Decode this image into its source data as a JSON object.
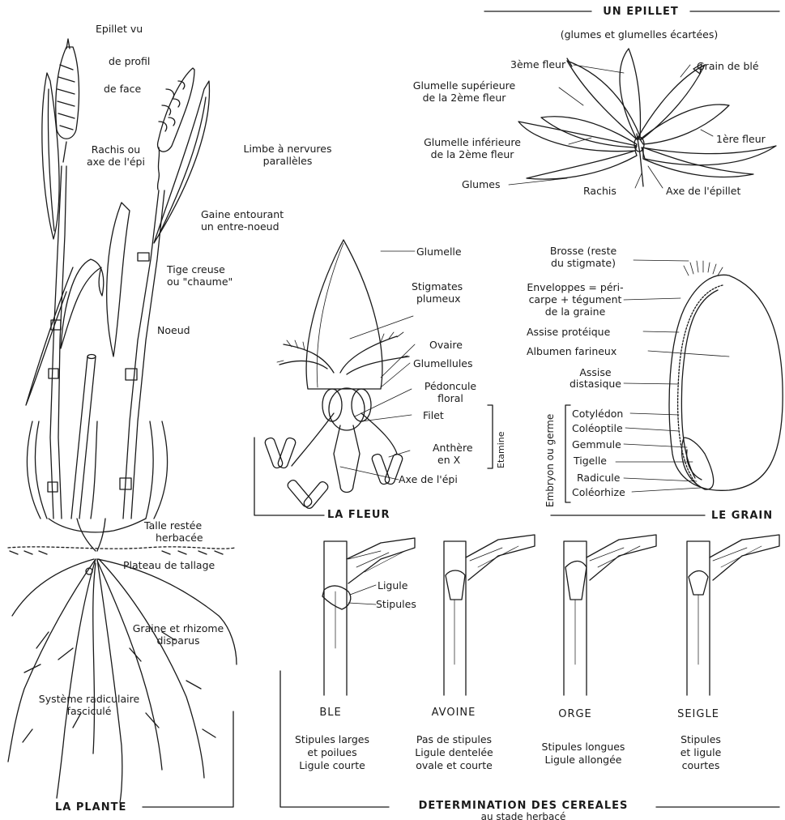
{
  "sections": {
    "plante": "LA PLANTE",
    "epillet_title": "UN EPILLET",
    "epillet_subtitle": "(glumes et glumelles écartées)",
    "fleur": "LA FLEUR",
    "grain": "LE GRAIN",
    "determination_title": "DETERMINATION DES CEREALES",
    "determination_subtitle": "au stade herbacé"
  },
  "plant_labels": {
    "epillet_vu": "Epillet vu",
    "de_profil": "de profil",
    "de_face": "de face",
    "rachis_1": "Rachis ou",
    "rachis_2": "axe de l'épi",
    "limbe_1": "Limbe à nervures",
    "limbe_2": "parallèles",
    "gaine_1": "Gaine entourant",
    "gaine_2": "un entre-noeud",
    "tige_1": "Tige creuse",
    "tige_2": "ou \"chaume\"",
    "noeud": "Noeud",
    "talle_1": "Talle restée",
    "talle_2": "herbacée",
    "plateau": "Plateau de tallage",
    "graine_1": "Graine et rhizome",
    "graine_2": "disparus",
    "systeme_1": "Système radiculaire",
    "systeme_2": "fasciculé"
  },
  "epillet_labels": {
    "troisieme_fleur": "3ème fleur",
    "grain_ble": "Grain de blé",
    "glumelle_sup_1": "Glumelle supérieure",
    "glumelle_sup_2": "de la 2ème fleur",
    "glumelle_inf_1": "Glumelle inférieure",
    "glumelle_inf_2": "de la 2ème fleur",
    "premiere_fleur": "1ère fleur",
    "glumes": "Glumes",
    "rachis": "Rachis",
    "axe": "Axe de l'épillet"
  },
  "fleur_labels": {
    "glumelle": "Glumelle",
    "stigmates_1": "Stigmates",
    "stigmates_2": "plumeux",
    "ovaire": "Ovaire",
    "glumellules": "Glumellules",
    "pedoncule_1": "Pédoncule",
    "pedoncule_2": "floral",
    "filet": "Filet",
    "anthere_1": "Anthère",
    "anthere_2": "en X",
    "etamine": "Etamine",
    "axe_epi": "Axe de l'épi"
  },
  "grain_labels": {
    "brosse_1": "Brosse (reste",
    "brosse_2": "du stigmate)",
    "enveloppes_1": "Enveloppes = péri-",
    "enveloppes_2": "carpe + tégument",
    "enveloppes_3": "de la graine",
    "assise_proteique": "Assise protéique",
    "albumen": "Albumen farineux",
    "assise_distasique_1": "Assise",
    "assise_distasique_2": "distasique",
    "embryon": "Embryon ou germe",
    "cotyledon": "Cotylédon",
    "coleoptile": "Coléoptile",
    "gemmule": "Gemmule",
    "tigelle": "Tigelle",
    "radicule": "Radicule",
    "coleorhize": "Coléorhize"
  },
  "determination_labels": {
    "ligule": "Ligule",
    "stipules": "Stipules"
  },
  "cereals": [
    {
      "name": "BLE",
      "desc_1": "Stipules larges",
      "desc_2": "et poilues",
      "desc_3": "Ligule courte"
    },
    {
      "name": "AVOINE",
      "desc_1": "Pas de stipules",
      "desc_2": "Ligule dentelée",
      "desc_3": "ovale et courte"
    },
    {
      "name": "ORGE",
      "desc_1": "Stipules longues",
      "desc_2": "Ligule allongée",
      "desc_3": ""
    },
    {
      "name": "SEIGLE",
      "desc_1": "Stipules",
      "desc_2": "et ligule",
      "desc_3": "courtes"
    }
  ],
  "colors": {
    "ink": "#1a1a1a",
    "paper": "#ffffff"
  }
}
